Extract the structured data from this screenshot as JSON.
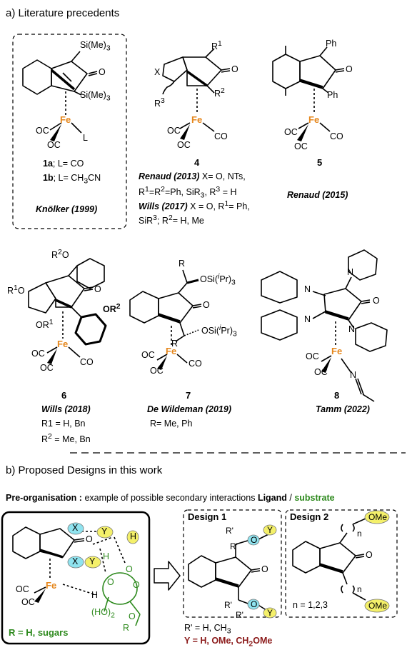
{
  "section_a": {
    "title": "a) Literature precedents"
  },
  "c1": {
    "si_top": "Si(Me)",
    "si_top_sub": "3",
    "si_bot": "Si(Me)",
    "si_bot_sub": "3",
    "o": "O",
    "fe": "Fe",
    "oc1": "OC",
    "oc2": "OC",
    "l": "L",
    "line1_num": "1a",
    "line1_txt": "; L= CO",
    "line2_num": "1b",
    "line2_txt": "; L= CH",
    "line2_sub": "3",
    "line2_end": "CN",
    "ref": "Knölker (1999)"
  },
  "c4": {
    "num": "4",
    "x": "X",
    "r1": "R",
    "r1_sup": "1",
    "r2": "R",
    "r2_sup": "2",
    "r3": "R",
    "r3_sup": "3",
    "o": "O",
    "fe": "Fe",
    "oc1": "OC",
    "co": "CO",
    "oc2": "OC",
    "l1_ref": "Renaud (2013)",
    "l1_txt": " X= O, NTs,",
    "l2": "R",
    "l2_sup1": "1",
    "l2_b": "=R",
    "l2_sup2": "2",
    "l2_c": "=Ph,  SiR",
    "l2_sub": "3",
    "l2_d": ",  R",
    "l2_sup3": "3",
    "l2_e": "  =  H",
    "l3_ref": "Wills (2017)",
    "l3_txt": " X = O, R",
    "l3_sup": "1",
    "l3_end": "= Ph,",
    "l4": "SiR",
    "l4_sup": "3",
    "l4_b": ";  R",
    "l4_sup2": "2",
    "l4_c": "= H, Me"
  },
  "c5": {
    "num": "5",
    "ph1": "Ph",
    "ph2": "Ph",
    "o": "O",
    "fe": "Fe",
    "oc1": "OC",
    "co": "CO",
    "oc2": "OC",
    "ref": "Renaud (2015)"
  },
  "c6": {
    "num": "6",
    "r2o": "R",
    "r2o_sup": "2",
    "r2o_end": "O",
    "r1o": "R",
    "r1o_sup": "1",
    "r1o_end": "O",
    "or1": "OR",
    "or1_sup": "1",
    "or2": "OR",
    "or2_sup": "2",
    "o": "O",
    "fe": "Fe",
    "oc1": "OC",
    "co": "CO",
    "oc2": "OC",
    "ref": "Wills (2018)",
    "r1": "R1 = H, Bn",
    "r2": "R",
    "r2_sup": "2",
    "r2_end": " = Me, Bn"
  },
  "c7": {
    "num": "7",
    "r_top": "R",
    "osi1": "OSi(",
    "osi1_i": "i",
    "osi1_end": "Pr)",
    "osi1_sub": "3",
    "r_mid": "R",
    "osi2": "OSi(",
    "osi2_i": "i",
    "osi2_end": "Pr)",
    "osi2_sub": "3",
    "o": "O",
    "fe": "Fe",
    "oc1": "OC",
    "co": "CO",
    "oc2": "OC",
    "ref": "De Wildeman (2019)",
    "r": "R= Me, Ph"
  },
  "c8": {
    "num": "8",
    "n_top": "N",
    "n_left": "N",
    "n_left2": "N",
    "n_right": "N",
    "o": "O",
    "fe": "Fe",
    "oc1": "OC",
    "oc2": "OC",
    "n_nitrile": "N",
    "ref": "Tamm (2022)"
  },
  "section_b": {
    "title": "b) Proposed Designs in this work"
  },
  "preorg": {
    "bold1": "Pre-organisation :",
    "mid": " example of possible secondary interactions ",
    "bold2": "Ligand",
    "slash": " / ",
    "green": "substrate"
  },
  "box_left": {
    "x1": "X",
    "x2": "X",
    "y1": "Y",
    "y2": "Y",
    "o": "O",
    "h1": "H",
    "h2": "H",
    "h3": "H",
    "o_ring1": "O",
    "o_ring2": "O",
    "o_ring3": "O",
    "o_ring4": "O",
    "fe": "Fe",
    "oc1": "OC",
    "oc2": "OC",
    "ho2": "(HO)",
    "ho2_sub": "2",
    "r": "R",
    "caption": "R = H, sugars"
  },
  "design1": {
    "title": "Design 1",
    "r1": "R'",
    "r2": "R'",
    "r3": "R'",
    "r4": "R'",
    "o1": "O",
    "o2": "O",
    "y1": "Y",
    "y2": "Y",
    "o": "O"
  },
  "design2": {
    "title": "Design 2",
    "ome1": "OMe",
    "ome2": "OMe",
    "n1": "n",
    "n2": "n",
    "o": "O",
    "n_range": "n = 1,2,3"
  },
  "legend": {
    "r": "R' = H, CH",
    "r_sub": "3",
    "y": "Y =  H, OMe, CH",
    "y_sub": "2",
    "y_end": "OMe"
  },
  "colors": {
    "fe": "#e5861b",
    "green": "#2e8a1e",
    "cyan": "#8fe3ef",
    "yellow": "#f4f06a",
    "dark_red": "#8b1a1a"
  }
}
